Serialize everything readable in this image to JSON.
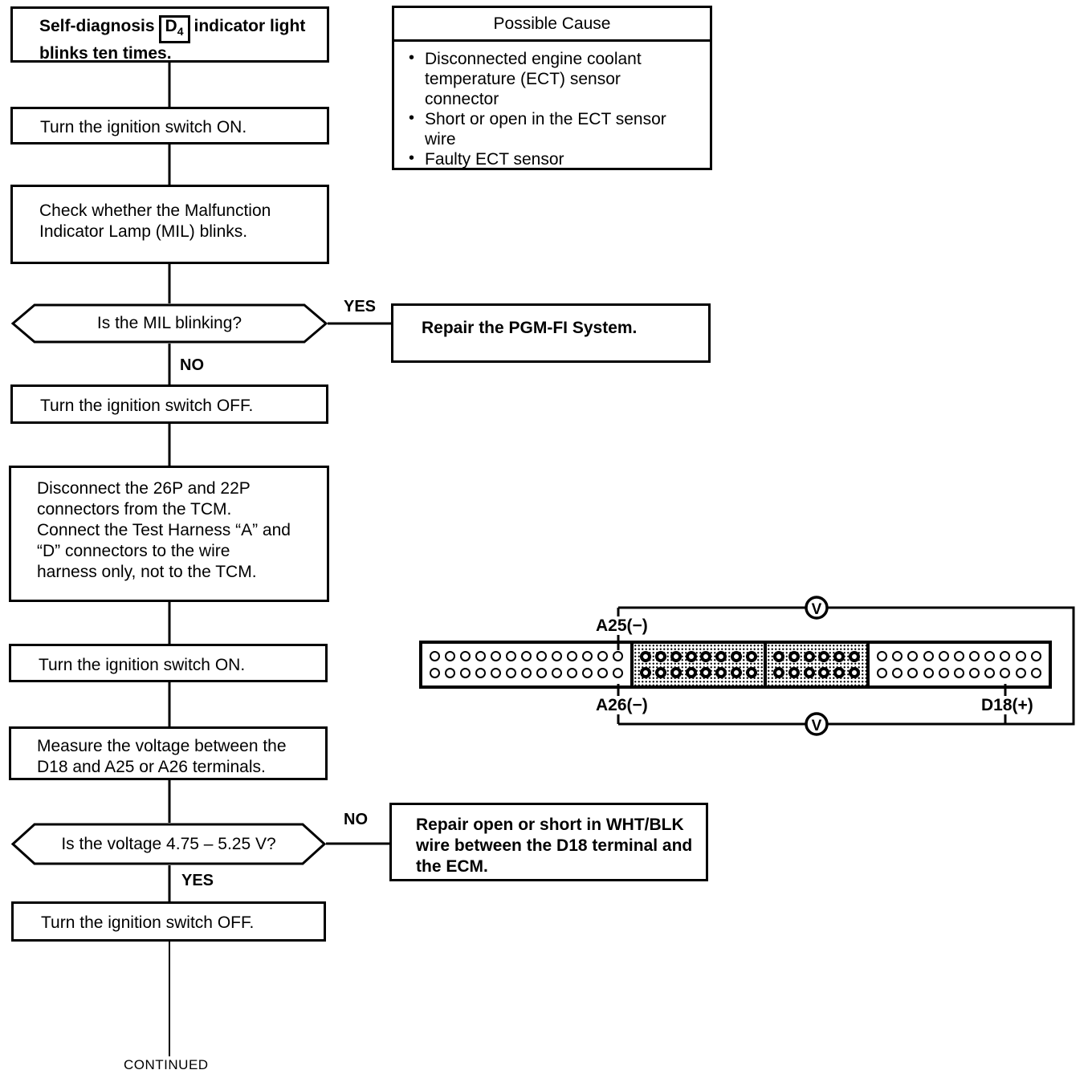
{
  "colors": {
    "ink": "#000000",
    "paper": "#ffffff"
  },
  "start_box": {
    "prefix": "Self-diagnosis",
    "badge_main": "D",
    "badge_sub": "4",
    "suffix": "indicator light blinks ten times."
  },
  "possible_cause": {
    "title": "Possible Cause",
    "items": [
      "Disconnected engine coolant temperature (ECT) sensor connector",
      "Short or open in the ECT sensor wire",
      "Faulty ECT sensor"
    ]
  },
  "steps": {
    "ignition_on_1": "Turn the ignition switch ON.",
    "check_mil": "Check whether the Malfunction Indicator Lamp (MIL) blinks.",
    "q_mil": "Is the MIL blinking?",
    "repair_pgmfi": "Repair the PGM-FI System.",
    "ignition_off_1": "Turn the ignition switch OFF.",
    "disconnect_line_1": "Disconnect the 26P and 22P connectors from the TCM.",
    "disconnect_line_2": "Connect the Test Harness “A” and “D” connectors to the wire harness only, not to the TCM.",
    "ignition_on_2": "Turn the ignition switch ON.",
    "measure": "Measure the voltage between the D18 and A25 or A26 terminals.",
    "q_voltage": "Is the voltage 4.75 – 5.25 V?",
    "repair_wire": "Repair open or short in WHT/BLK wire between the D18 terminal and the ECM.",
    "ignition_off_2": "Turn the ignition switch OFF."
  },
  "labels": {
    "yes": "YES",
    "no": "NO",
    "continued": "CONTINUED"
  },
  "connector": {
    "a25": "A25(−)",
    "a26": "A26(−)",
    "d18": "D18(+)",
    "meter": "V",
    "sections": [
      {
        "name": "connector-A-26P",
        "pins_per_row": 13,
        "shaded": false
      },
      {
        "name": "connector-B",
        "pins_per_row": 8,
        "shaded": true
      },
      {
        "name": "connector-C",
        "pins_per_row": 6,
        "shaded": true
      },
      {
        "name": "connector-D-22P",
        "pins_per_row": 11,
        "shaded": false
      }
    ]
  }
}
